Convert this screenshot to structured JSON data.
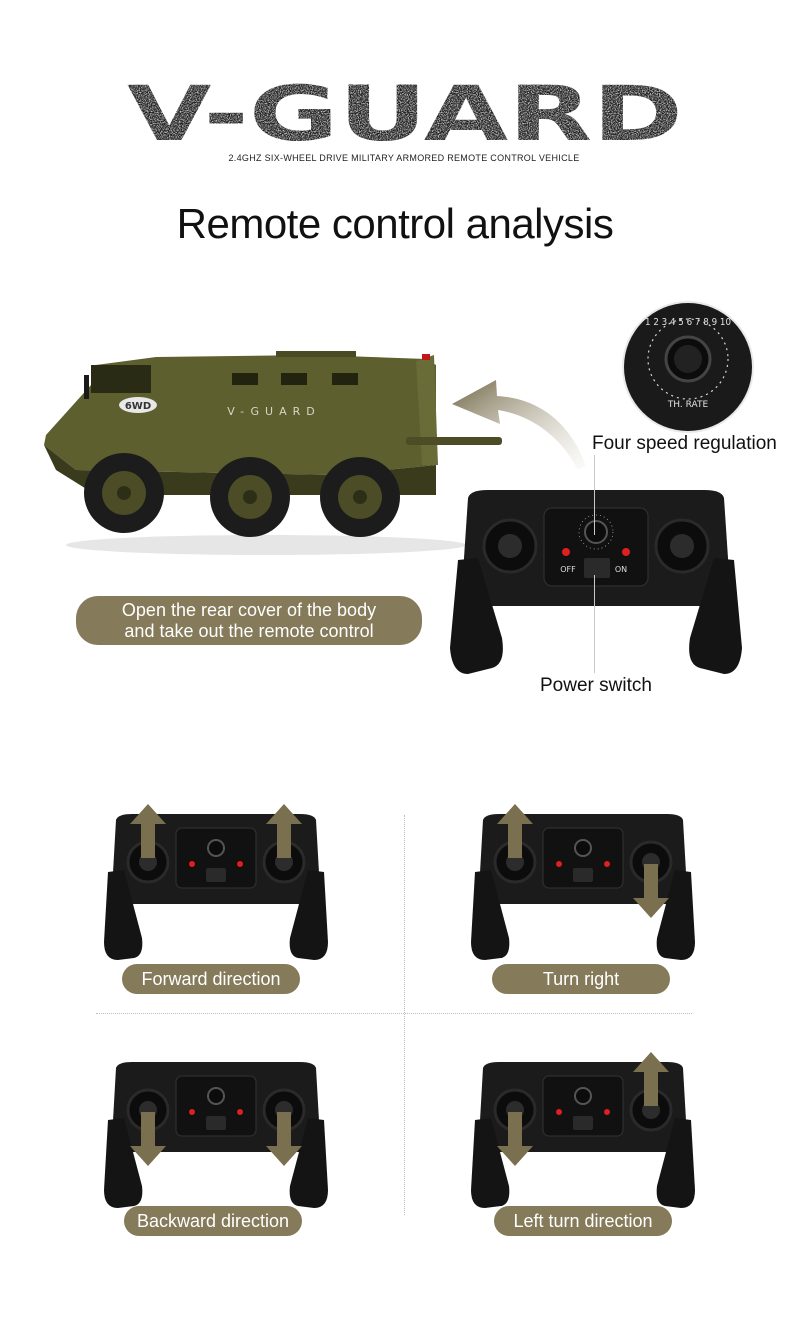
{
  "brand": {
    "logo_text": "V-GUARD",
    "subtitle": "2.4GHZ SIX-WHEEL DRIVE MILITARY ARMORED REMOTE CONTROL VEHICLE"
  },
  "heading": "Remote control analysis",
  "vehicle": {
    "badge": "6WD",
    "side_text": "V-GUARD"
  },
  "hero": {
    "instruction": "Open the rear cover of the body\nand take out the remote control",
    "dial_callout": "Four speed regulation",
    "dial_numbers": "1 2 3 4 5 6 7 8 9 10",
    "dial_label": "TH. RATE",
    "switch_callout": "Power switch",
    "switch_off": "OFF",
    "switch_on": "ON"
  },
  "directions": [
    {
      "label": "Forward direction",
      "left_stick": "up",
      "right_stick": "up"
    },
    {
      "label": "Turn right",
      "left_stick": "up",
      "right_stick": "down"
    },
    {
      "label": "Backward direction",
      "left_stick": "down",
      "right_stick": "down"
    },
    {
      "label": "Left turn direction",
      "left_stick": "down",
      "right_stick": "up"
    }
  ],
  "colors": {
    "accent": "#857a5a",
    "arrow": "#7a6f4f",
    "controller": "#1b1b1b",
    "vehicle_green": "#5c5d2e",
    "led": "#e02020"
  }
}
